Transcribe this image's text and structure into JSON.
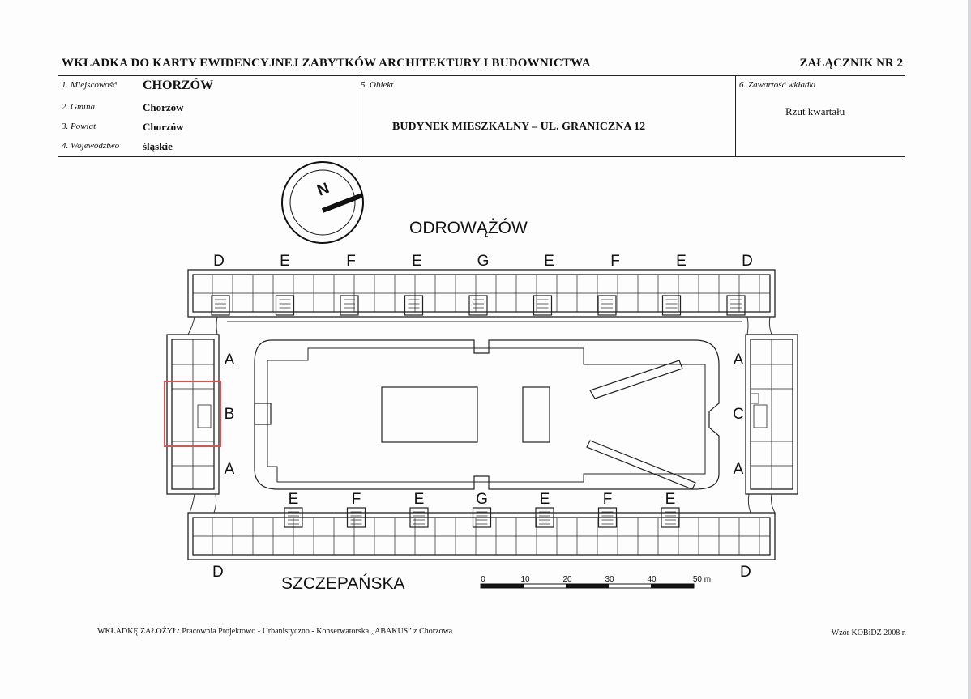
{
  "header": {
    "title": "WKŁADKA DO KARTY EWIDENCYJNEJ ZABYTKÓW ARCHITEKTURY I BUDOWNICTWA",
    "attachment": "ZAŁĄCZNIK NR 2"
  },
  "fields": {
    "miejscowosc_label": "1. Miejscowość",
    "miejscowosc": "CHORZÓW",
    "gmina_label": "2. Gmina",
    "gmina": "Chorzów",
    "powiat_label": "3. Powiat",
    "powiat": "Chorzów",
    "wojewodztwo_label": "4. Województwo",
    "wojewodztwo": "śląskie",
    "obiekt_label": "5. Obiekt",
    "obiekt": "BUDYNEK MIESZKALNY – UL. GRANICZNA 12",
    "zawartosc_label": "6. Zawartość wkładki",
    "zawartosc": "Rzut kwartału"
  },
  "plan": {
    "north_letter": "N",
    "street_top": "ODROWĄŻÓW",
    "street_bottom": "SZCZEPAŃSKA",
    "top_row_letters": [
      "D",
      "E",
      "F",
      "E",
      "G",
      "E",
      "F",
      "E",
      "D"
    ],
    "bottom_row_letters": [
      "E",
      "F",
      "E",
      "G",
      "E",
      "F",
      "E"
    ],
    "bottom_corner_left": "D",
    "bottom_corner_right": "D",
    "left_wing_letters": [
      "A",
      "B",
      "A"
    ],
    "right_wing_letters": [
      "A",
      "C",
      "A"
    ],
    "scale_labels": [
      "0",
      "10",
      "20",
      "30",
      "40",
      "50 m"
    ],
    "highlight_color": "#d9534f"
  },
  "footer": {
    "author": "WKŁADKĘ ZAŁOŻYŁ: Pracownia Projektowo - Urbanistyczno - Konserwatorska „ABAKUS” z Chorzowa",
    "template": "Wzór KOBiDZ 2008 r."
  }
}
